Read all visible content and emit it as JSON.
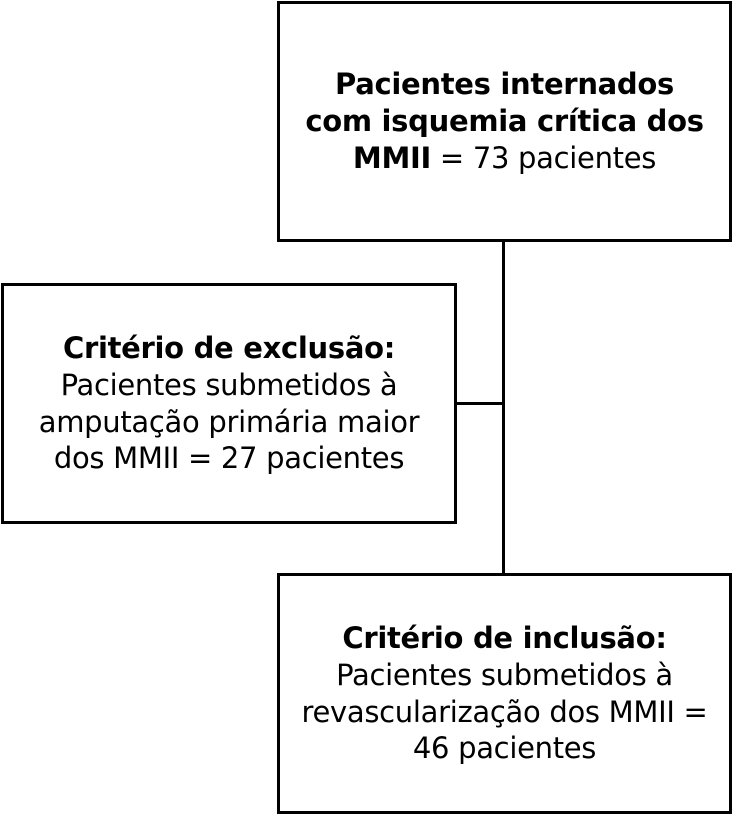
{
  "top_box": {
    "bold_text": "Pacientes internados com isquemia crítica dos MMII",
    "regular_text": " = 73 pacientes"
  },
  "exclusion_box": {
    "heading": "Critério de exclusão:",
    "body": "Pacientes submetidos à amputação primária maior dos MMII = 27 pacientes"
  },
  "inclusion_box": {
    "heading": "Critério de inclusão:",
    "body": "Pacientes submetidos à revascularização dos MMII = 46 pacientes"
  }
}
